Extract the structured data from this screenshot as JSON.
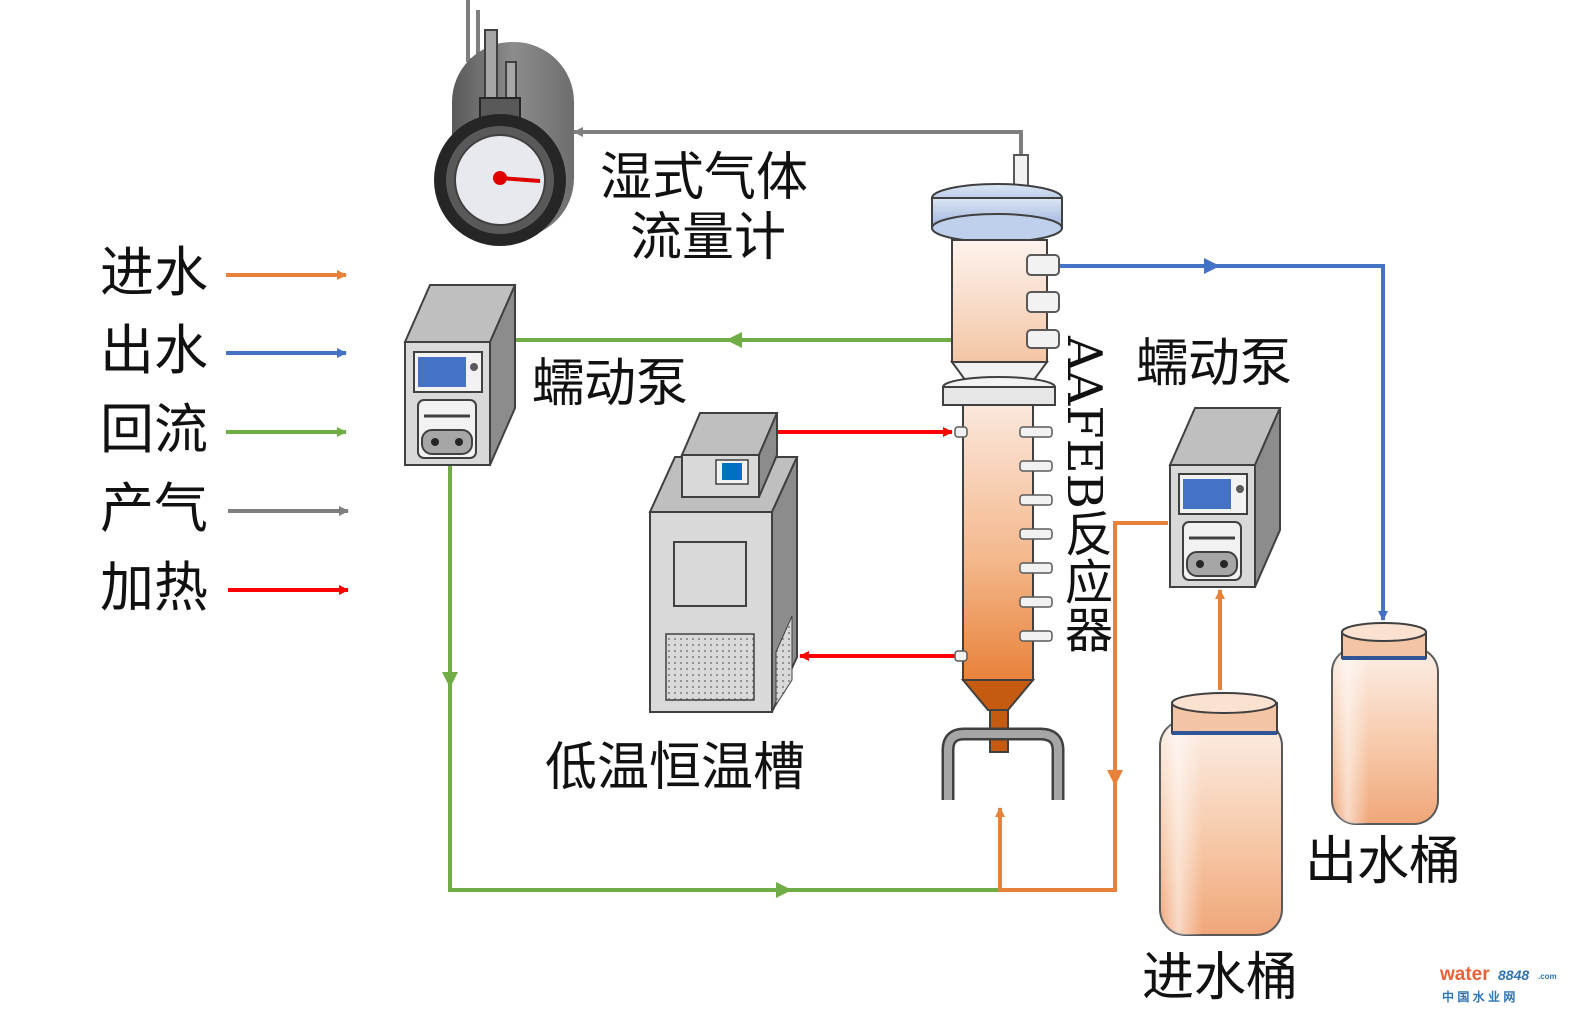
{
  "legend": {
    "items": [
      {
        "label": "进水",
        "color": "#E8823A"
      },
      {
        "label": "出水",
        "color": "#4472C4"
      },
      {
        "label": "回流",
        "color": "#70AD47"
      },
      {
        "label": "产气",
        "color": "#7F7F7F"
      },
      {
        "label": "加热",
        "color": "#FF0000"
      }
    ]
  },
  "equipment": {
    "gas_meter_line1": "湿式气体",
    "gas_meter_line2": "流量计",
    "pump_left": "蠕动泵",
    "pump_right": "蠕动泵",
    "thermostat": "低温恒温槽",
    "reactor": "AAFEB反应器",
    "influent_bucket": "进水桶",
    "effluent_bucket": "出水桶"
  },
  "watermark": {
    "brand_word": "water",
    "brand_number": "8848",
    "brand_suffix": ".com",
    "subtitle": "中 国 水 业 网"
  }
}
